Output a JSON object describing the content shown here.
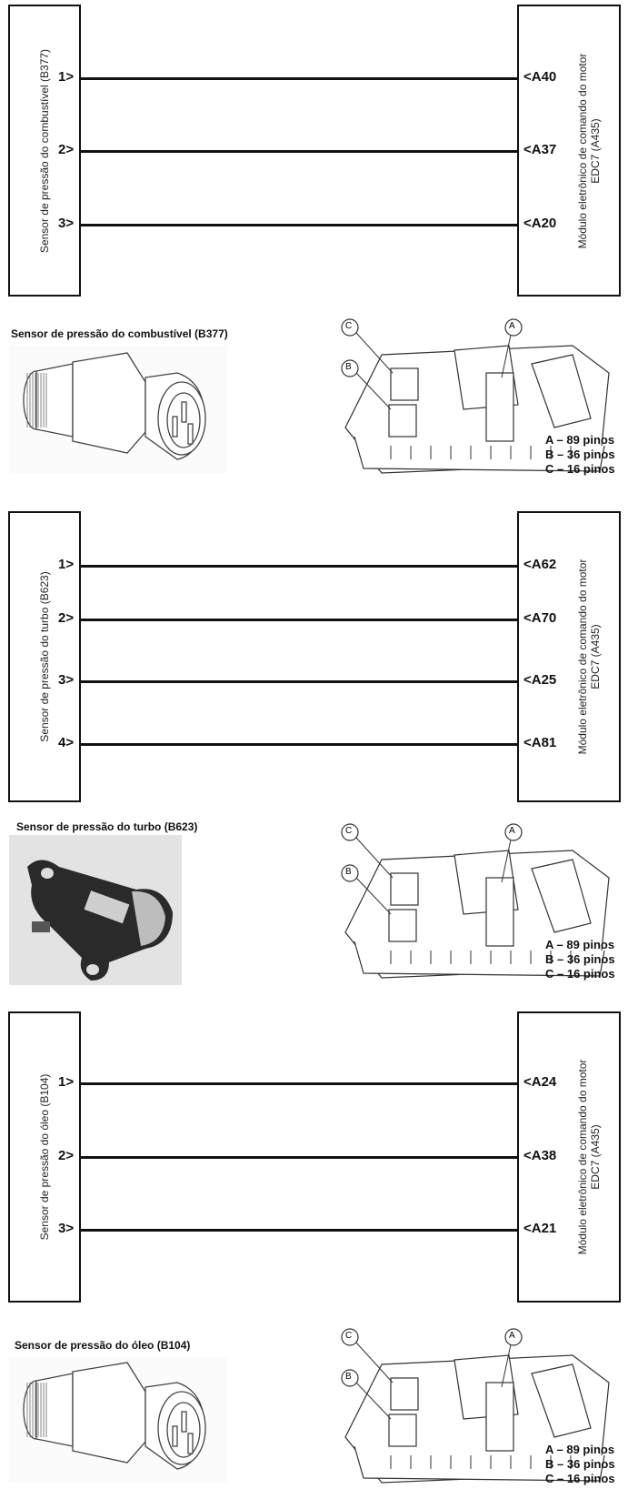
{
  "ecu_label_line1": "Módulo eletrônico de comando do motor",
  "ecu_label_line2": "EDC7 (A435)",
  "pin_counts": [
    "A – 89 pinos",
    "B – 36 pinos",
    "C – 16 pinos"
  ],
  "connector_letters": [
    "A",
    "B",
    "C"
  ],
  "sections": [
    {
      "sensor_label": "Sensor de pressão do combustível (B377)",
      "caption": "Sensor de pressão do combustível (B377)",
      "wires": [
        {
          "from": "1>",
          "to": "<A40"
        },
        {
          "from": "2>",
          "to": "<A37"
        },
        {
          "from": "3>",
          "to": "<A20"
        }
      ]
    },
    {
      "sensor_label": "Sensor de pressão do turbo (B623)",
      "caption": "Sensor de pressão do turbo (B623)",
      "wires": [
        {
          "from": "1>",
          "to": "<A62"
        },
        {
          "from": "2>",
          "to": "<A70"
        },
        {
          "from": "3>",
          "to": "<A25"
        },
        {
          "from": "4>",
          "to": "<A81"
        }
      ]
    },
    {
      "sensor_label": "Sensor de pressão do óleo (B104)",
      "caption": "Sensor de pressão do óleo (B104)",
      "wires": [
        {
          "from": "1>",
          "to": "<A24"
        },
        {
          "from": "2>",
          "to": "<A38"
        },
        {
          "from": "3>",
          "to": "<A21"
        }
      ]
    }
  ]
}
